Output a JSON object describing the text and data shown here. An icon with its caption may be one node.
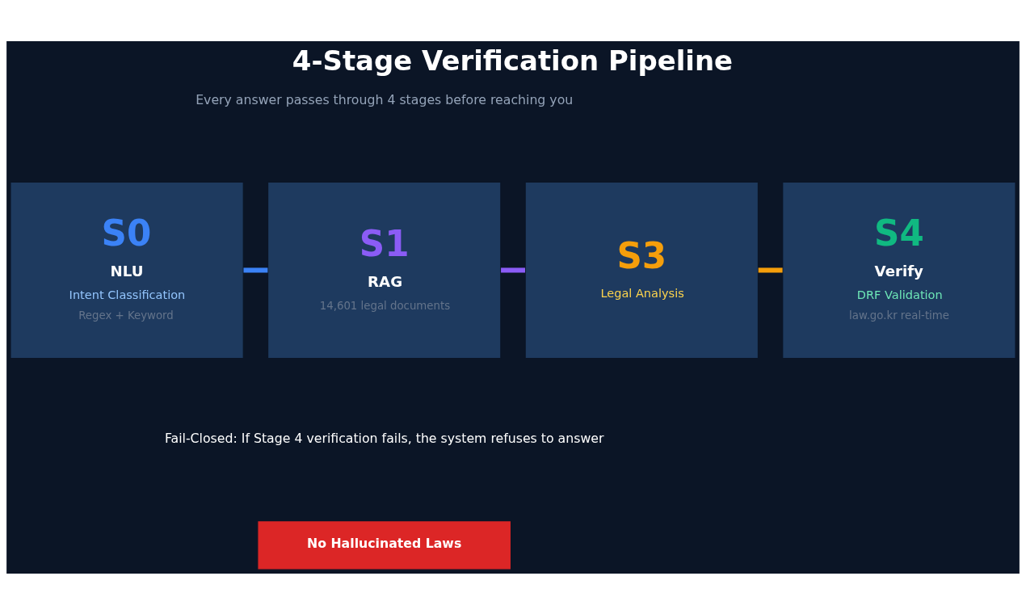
{
  "diagram": {
    "title": "4-Stage Verification Pipeline",
    "nodes": [
      {
        "text": [
          "S0",
          "NLU",
          "Intent Classification",
          "Regex + Keyword"
        ]
      },
      {
        "text": [
          "S1",
          "RAG",
          "14,601 legal documents"
        ]
      },
      {
        "text": [
          "S3",
          "Legal Analysis"
        ]
      },
      {
        "text": [
          "S4",
          "Verify",
          "DRF Validation",
          "law.go.kr real-time"
        ]
      },
      {
        "text": [
          "No Hallucinated Laws"
        ]
      }
    ],
    "edges": [
      {
        "from": 0,
        "to": 1,
        "arrow": "none",
        "color": "#3b82f6"
      },
      {
        "from": 1,
        "to": 2,
        "arrow": "none",
        "color": "#8b5cf6"
      },
      {
        "from": 2,
        "to": 3,
        "arrow": "none",
        "color": "#f59e0b"
      }
    ],
    "labels": [
      "Every answer passes through 4 stages before reaching you",
      "Fail-Closed: If Stage 4 verification fails, the system refuses to answer"
    ]
  }
}
